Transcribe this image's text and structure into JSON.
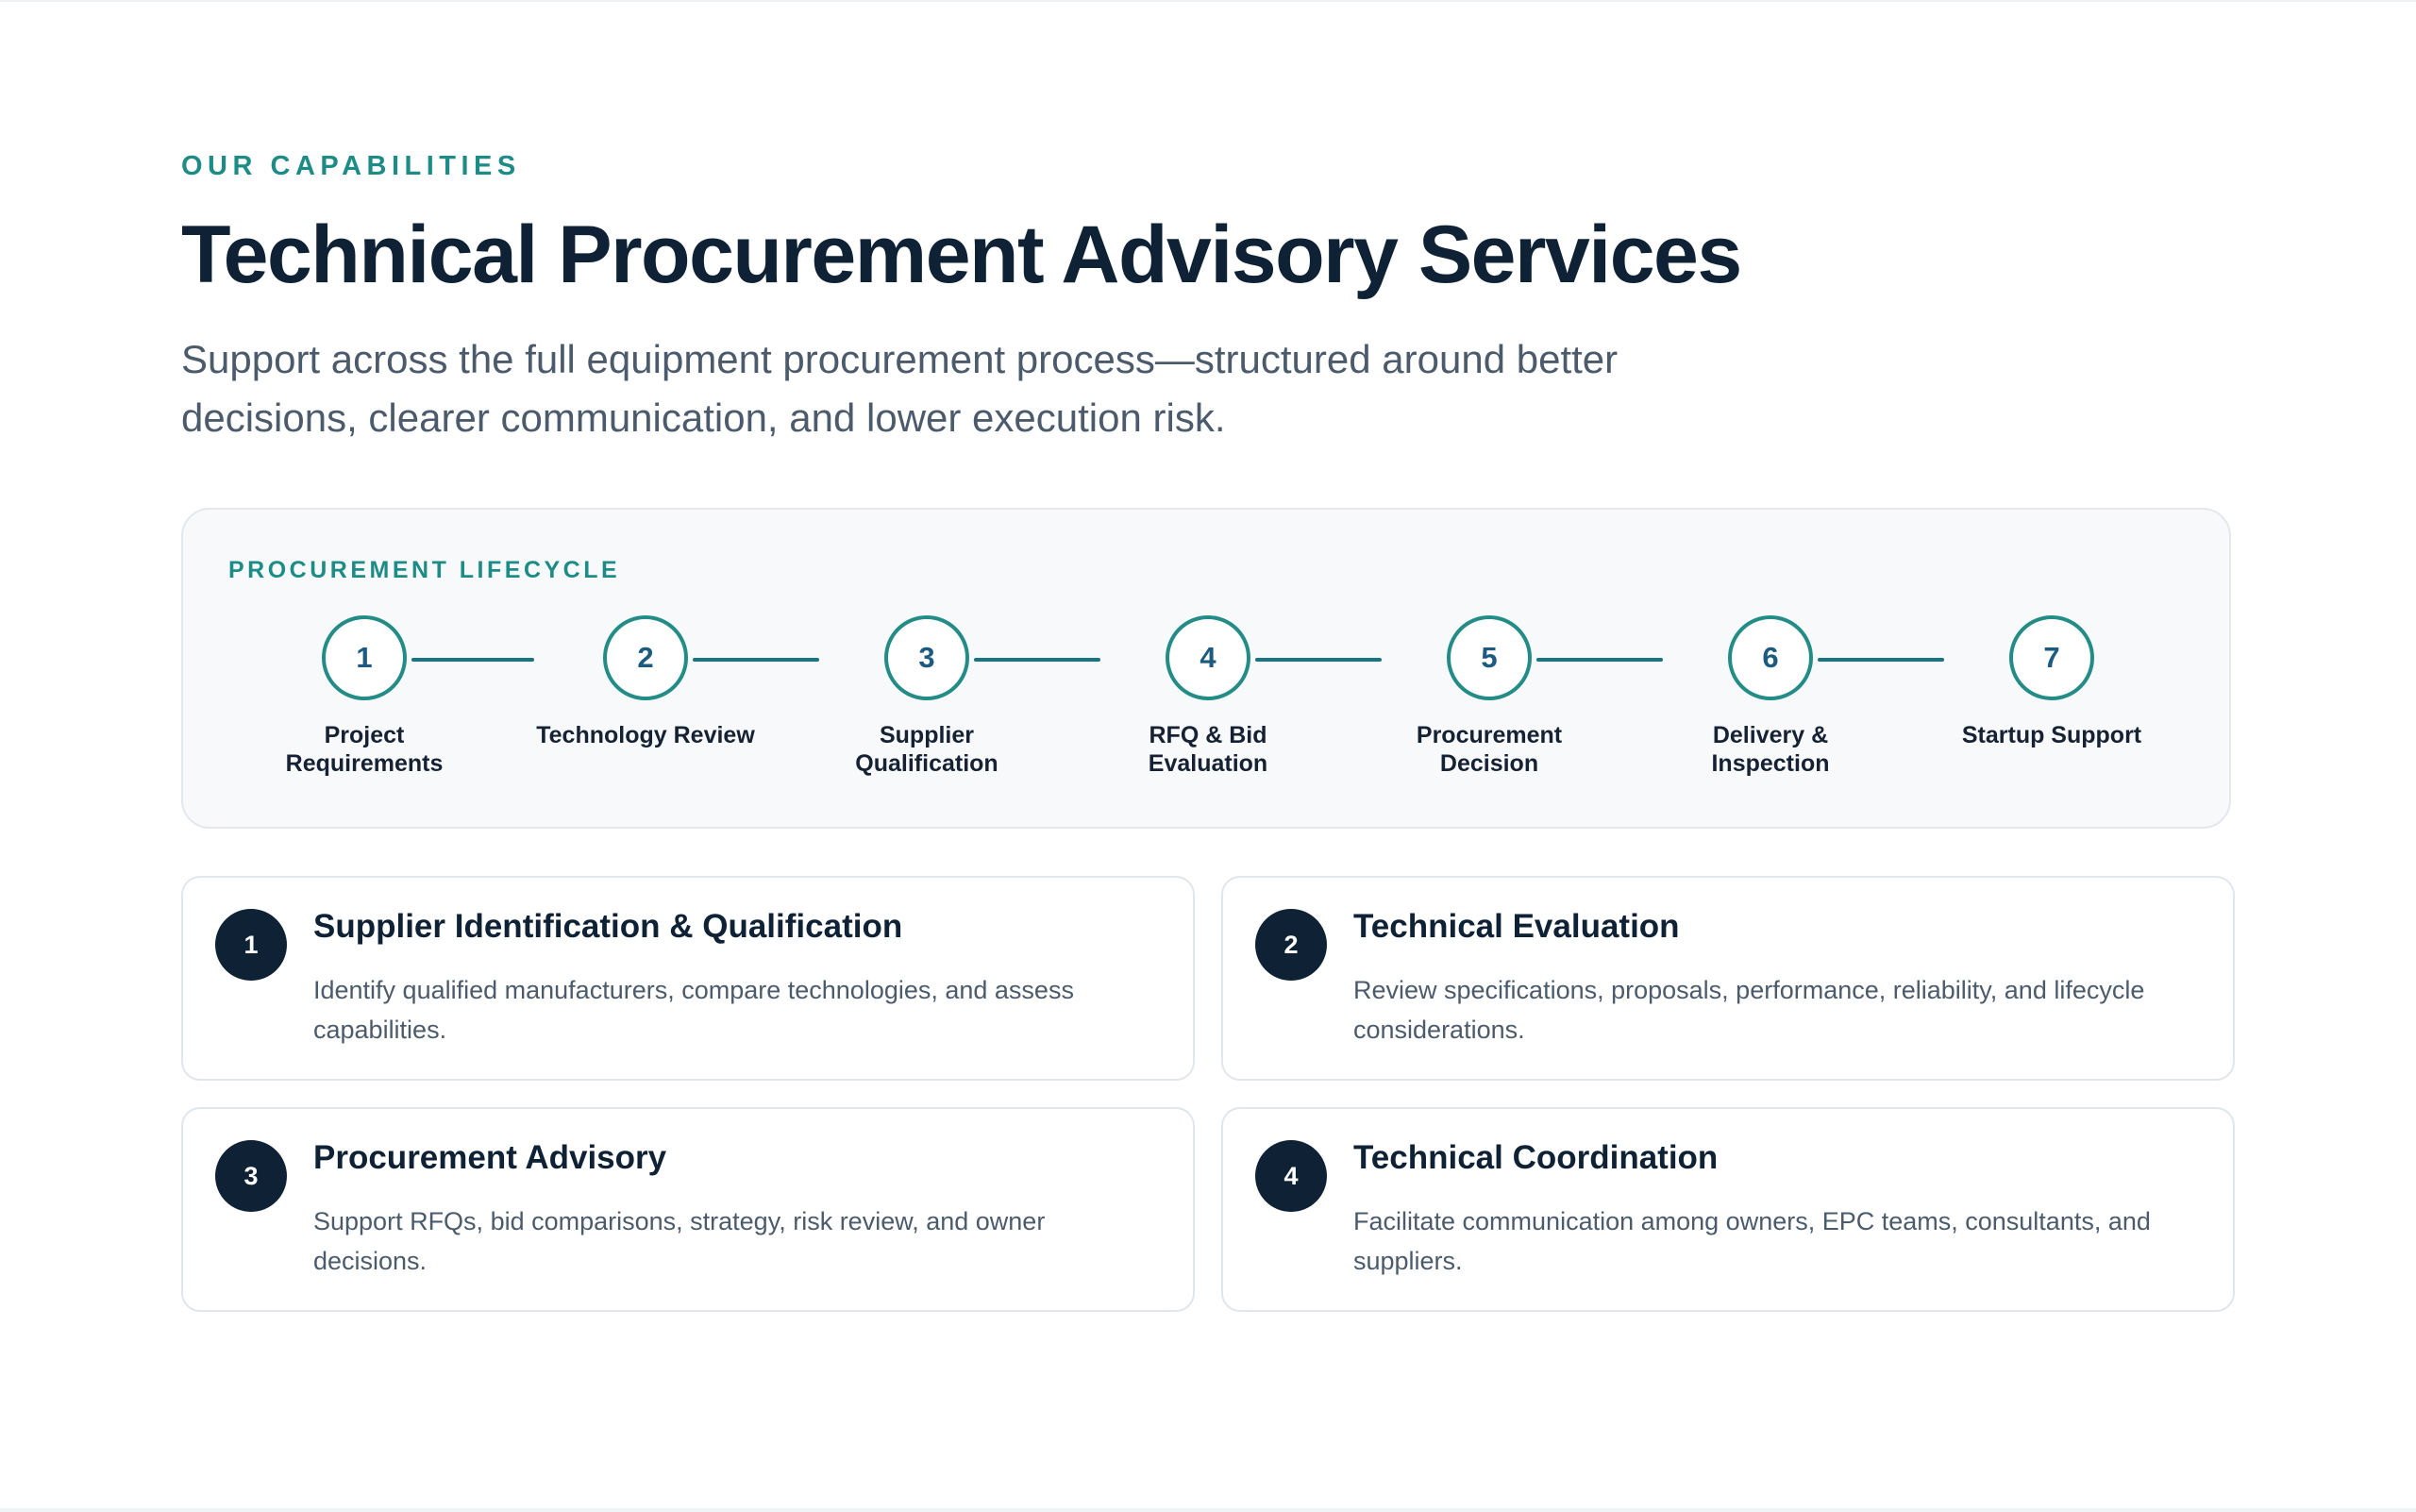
{
  "header": {
    "eyebrow": "OUR CAPABILITIES",
    "title": "Technical Procurement Advisory Services",
    "subtitle": "Support across the full equipment procurement process—structured around better decisions, clearer communication, and lower execution risk."
  },
  "lifecycle": {
    "label": "PROCUREMENT LIFECYCLE",
    "steps": [
      {
        "number": "1",
        "label": "Project Requirements"
      },
      {
        "number": "2",
        "label": "Technology Review"
      },
      {
        "number": "3",
        "label": "Supplier Qualification"
      },
      {
        "number": "4",
        "label": "RFQ & Bid Evaluation"
      },
      {
        "number": "5",
        "label": "Procurement Decision"
      },
      {
        "number": "6",
        "label": "Delivery & Inspection"
      },
      {
        "number": "7",
        "label": "Startup Support"
      }
    ]
  },
  "services": [
    {
      "number": "1",
      "title": "Supplier Identification & Qualification",
      "description": "Identify qualified manufacturers, compare technologies, and assess capabilities."
    },
    {
      "number": "2",
      "title": "Technical Evaluation",
      "description": "Review specifications, proposals, performance, reliability, and lifecycle considerations."
    },
    {
      "number": "3",
      "title": "Procurement Advisory",
      "description": "Support RFQs, bid comparisons, strategy, risk review, and owner decisions."
    },
    {
      "number": "4",
      "title": "Technical Coordination",
      "description": "Facilitate communication among owners, EPC teams, consultants, and suppliers."
    }
  ],
  "colors": {
    "accent_teal": "#1e8c86",
    "navy": "#0f2235",
    "muted_text": "#4b5b6c",
    "panel_bg": "#f7f9fb"
  }
}
